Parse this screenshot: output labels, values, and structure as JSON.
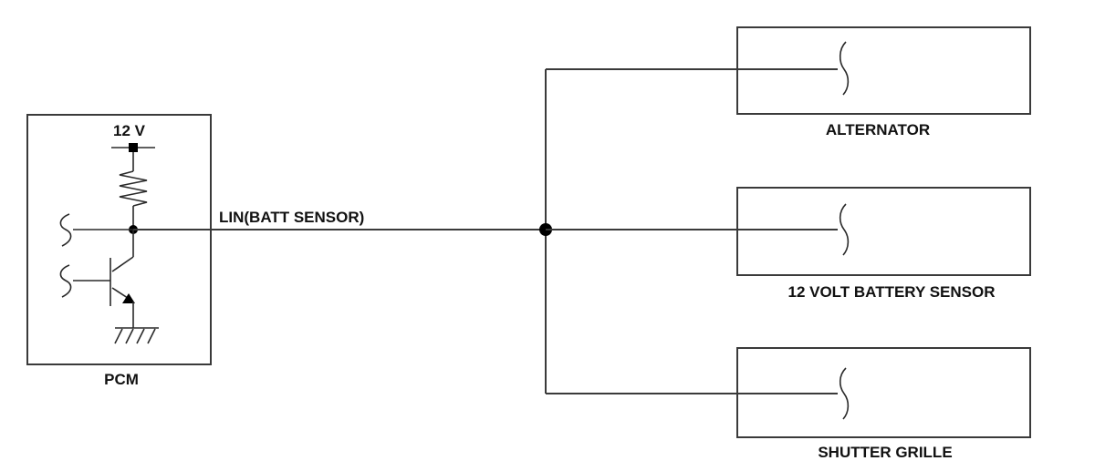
{
  "labels": {
    "supply_voltage": "12 V",
    "pcm": "PCM",
    "bus": "LIN(BATT SENSOR)",
    "alternator": "ALTERNATOR",
    "battery_sensor": "12 VOLT BATTERY SENSOR",
    "shutter_grille": "SHUTTER GRILLE"
  },
  "colors": {
    "line": "#3a3a3a",
    "text": "#111111",
    "background": "#ffffff"
  }
}
